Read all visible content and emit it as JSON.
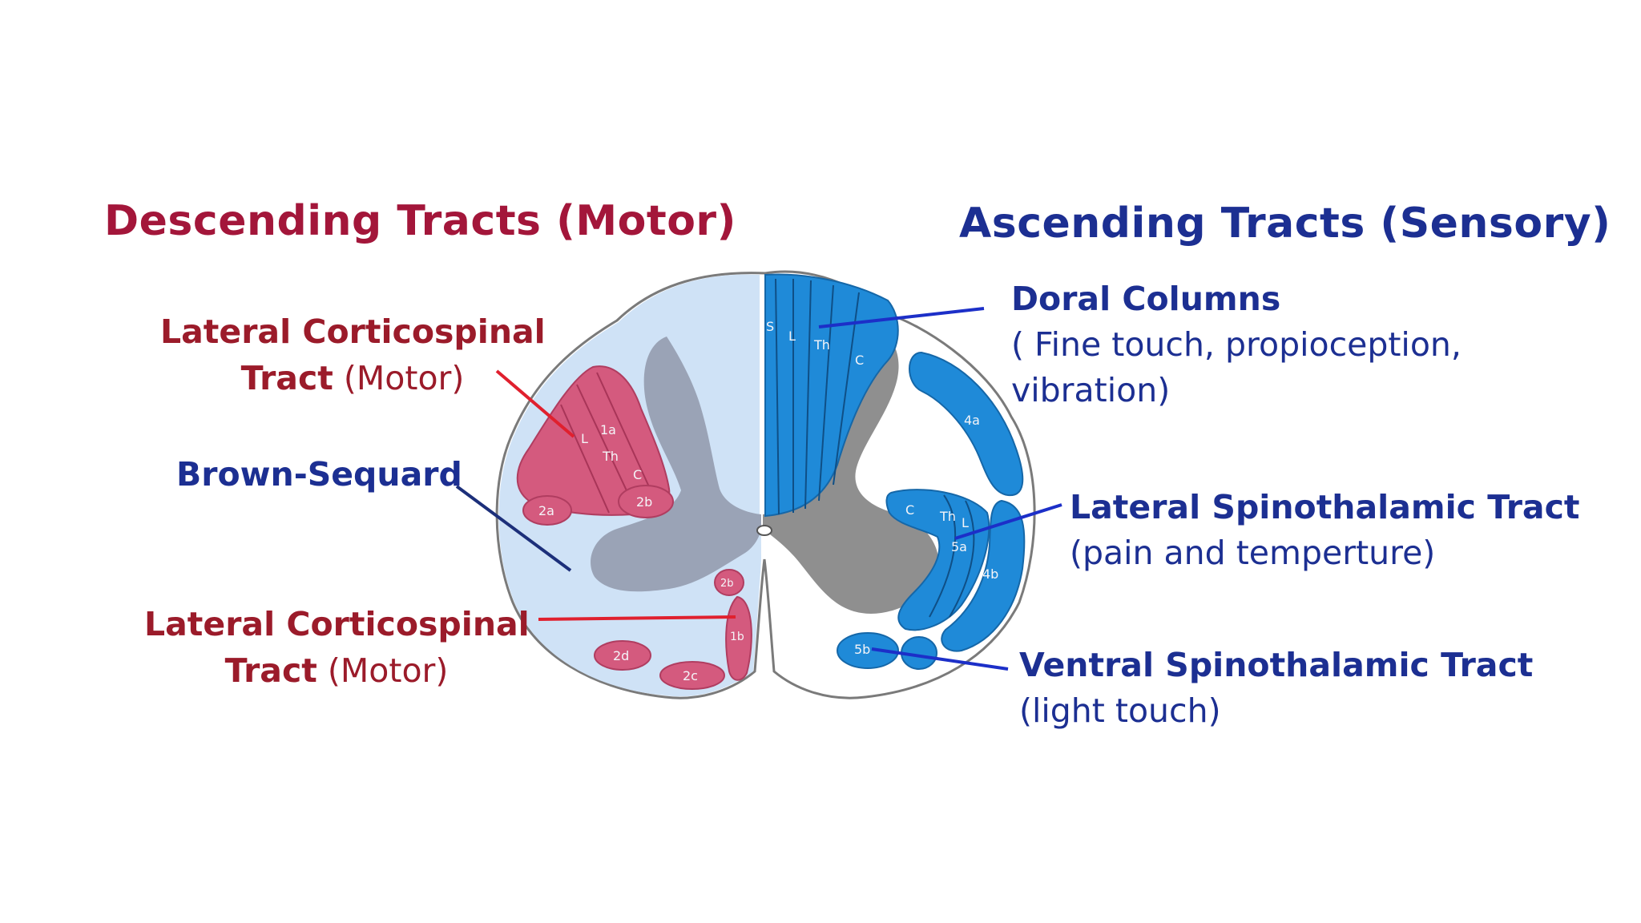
{
  "headings": {
    "descending": "Descending Tracts (Motor)",
    "ascending": "Ascending Tracts (Sensory)"
  },
  "left_labels": {
    "lateral_cst_top": {
      "line1": "Lateral Corticospinal",
      "line2_bold": "Tract",
      "line2_reg": " (Motor)"
    },
    "brown_sequard": "Brown-Sequard",
    "lateral_cst_bottom": {
      "line1": "Lateral Corticospinal",
      "line2_bold": "Tract",
      "line2_reg": " (Motor)"
    }
  },
  "right_labels": {
    "dorsal_columns": {
      "title": "Doral Columns",
      "line2": "( Fine touch, propioception,",
      "line3": "vibration)"
    },
    "lateral_stt": {
      "title": "Lateral Spinothalamic Tract",
      "line2": "(pain and temperture)"
    },
    "ventral_stt": {
      "title": "Ventral Spinothalamic Tract",
      "line2": "(light touch)"
    }
  },
  "tract_markers": {
    "left_lateral": [
      "L",
      "1a",
      "Th",
      "C"
    ],
    "left_small": [
      "2a",
      "2b"
    ],
    "left_ventral": [
      "2b",
      "1b",
      "2d",
      "2c"
    ],
    "dorsal": [
      "S",
      "L",
      "Th",
      "C"
    ],
    "right_lateral": [
      "4a",
      "C",
      "Th",
      "L",
      "5a",
      "4b"
    ],
    "right_ventral": [
      "5b"
    ]
  },
  "colors": {
    "descending_heading": "#a3163a",
    "left_label": "#9b1b2a",
    "blue_label": "#1c2f92",
    "motor_tract_fill": "#d45a7e",
    "sensory_tract_fill": "#1f8ad8",
    "left_half_fill": "#cfe2f6",
    "grey_matter_left": "#9aa3b6",
    "grey_matter_right": "#8f8f8f",
    "red_pointer": "#e0202e",
    "blue_pointer": "#1c2fc8",
    "navy_pointer": "#1c2f7a"
  }
}
